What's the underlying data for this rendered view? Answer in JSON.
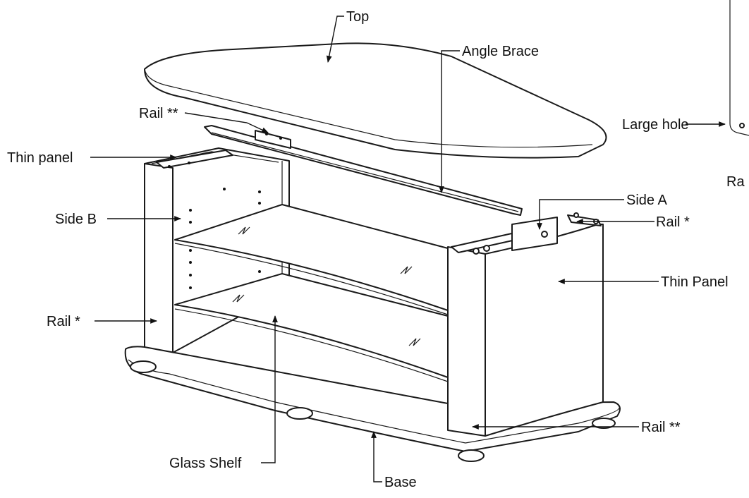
{
  "labels": {
    "top": "Top",
    "angle_brace": "Angle Brace",
    "rail_double_top": "Rail **",
    "thin_panel_left": "Thin panel",
    "side_b": "Side B",
    "rail_single_left": "Rail *",
    "large_hole": "Large hole",
    "ra_cut": "Ra",
    "side_a": "Side A",
    "rail_single_right": "Rail *",
    "thin_panel_right": "Thin Panel",
    "rail_double_bottom": "Rail **",
    "glass_shelf": "Glass Shelf",
    "base": "Base"
  }
}
